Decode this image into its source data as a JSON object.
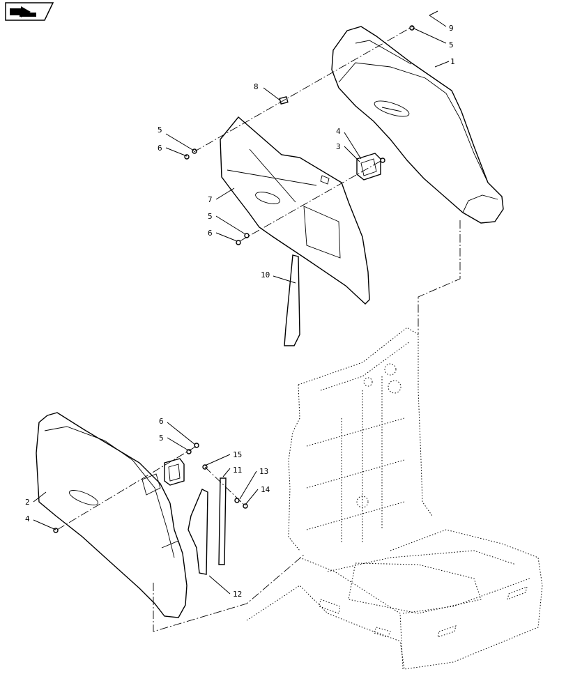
{
  "diagram": {
    "callouts": [
      {
        "id": "c1",
        "label": "1"
      },
      {
        "id": "c2",
        "label": "2"
      },
      {
        "id": "c3",
        "label": "3"
      },
      {
        "id": "c4a",
        "label": "4"
      },
      {
        "id": "c4b",
        "label": "4"
      },
      {
        "id": "c5a",
        "label": "5"
      },
      {
        "id": "c5b",
        "label": "5"
      },
      {
        "id": "c5c",
        "label": "5"
      },
      {
        "id": "c5d",
        "label": "5"
      },
      {
        "id": "c6a",
        "label": "6"
      },
      {
        "id": "c6b",
        "label": "6"
      },
      {
        "id": "c6c",
        "label": "6"
      },
      {
        "id": "c7",
        "label": "7"
      },
      {
        "id": "c8",
        "label": "8"
      },
      {
        "id": "c9",
        "label": "9"
      },
      {
        "id": "c10",
        "label": "10"
      },
      {
        "id": "c11",
        "label": "11"
      },
      {
        "id": "c12",
        "label": "12"
      },
      {
        "id": "c13",
        "label": "13"
      },
      {
        "id": "c14",
        "label": "14"
      },
      {
        "id": "c15",
        "label": "15"
      }
    ]
  },
  "icons": {
    "corner_badge": "book-arrow-icon"
  },
  "colors": {
    "ink": "#000000",
    "paper": "#ffffff"
  }
}
